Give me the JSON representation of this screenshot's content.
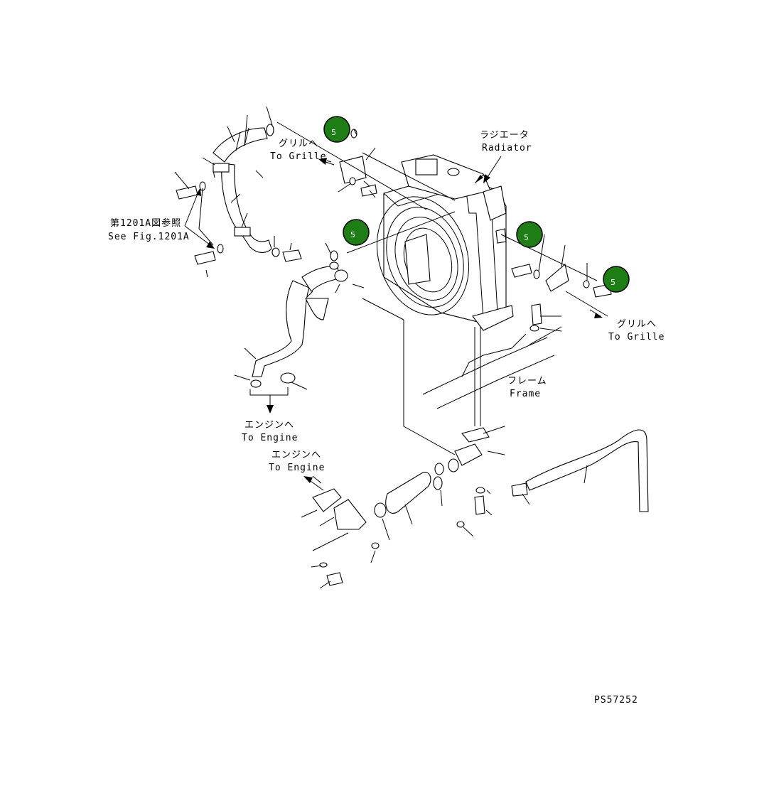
{
  "labels": {
    "radiator_jp": "ラジエータ",
    "radiator_en": "Radiator",
    "grille_top_jp": "グリルへ",
    "grille_top_en": "To Grille",
    "grille_right_jp": "グリルへ",
    "grille_right_en": "To Grille",
    "see_fig_jp": "第1201A図参照",
    "see_fig_en": "See Fig.1201A",
    "frame_jp": "フレーム",
    "frame_en": "Frame",
    "engine1_jp": "エンジンへ",
    "engine1_en": "To Engine",
    "engine2_jp": "エンジンへ",
    "engine2_en": "To Engine",
    "figure_code": "PS57252"
  },
  "callouts": [
    "5",
    "5",
    "5",
    "5"
  ],
  "colors": {
    "callout_fill": "#1e7d14",
    "callout_stroke": "#000000",
    "line": "#000000"
  }
}
